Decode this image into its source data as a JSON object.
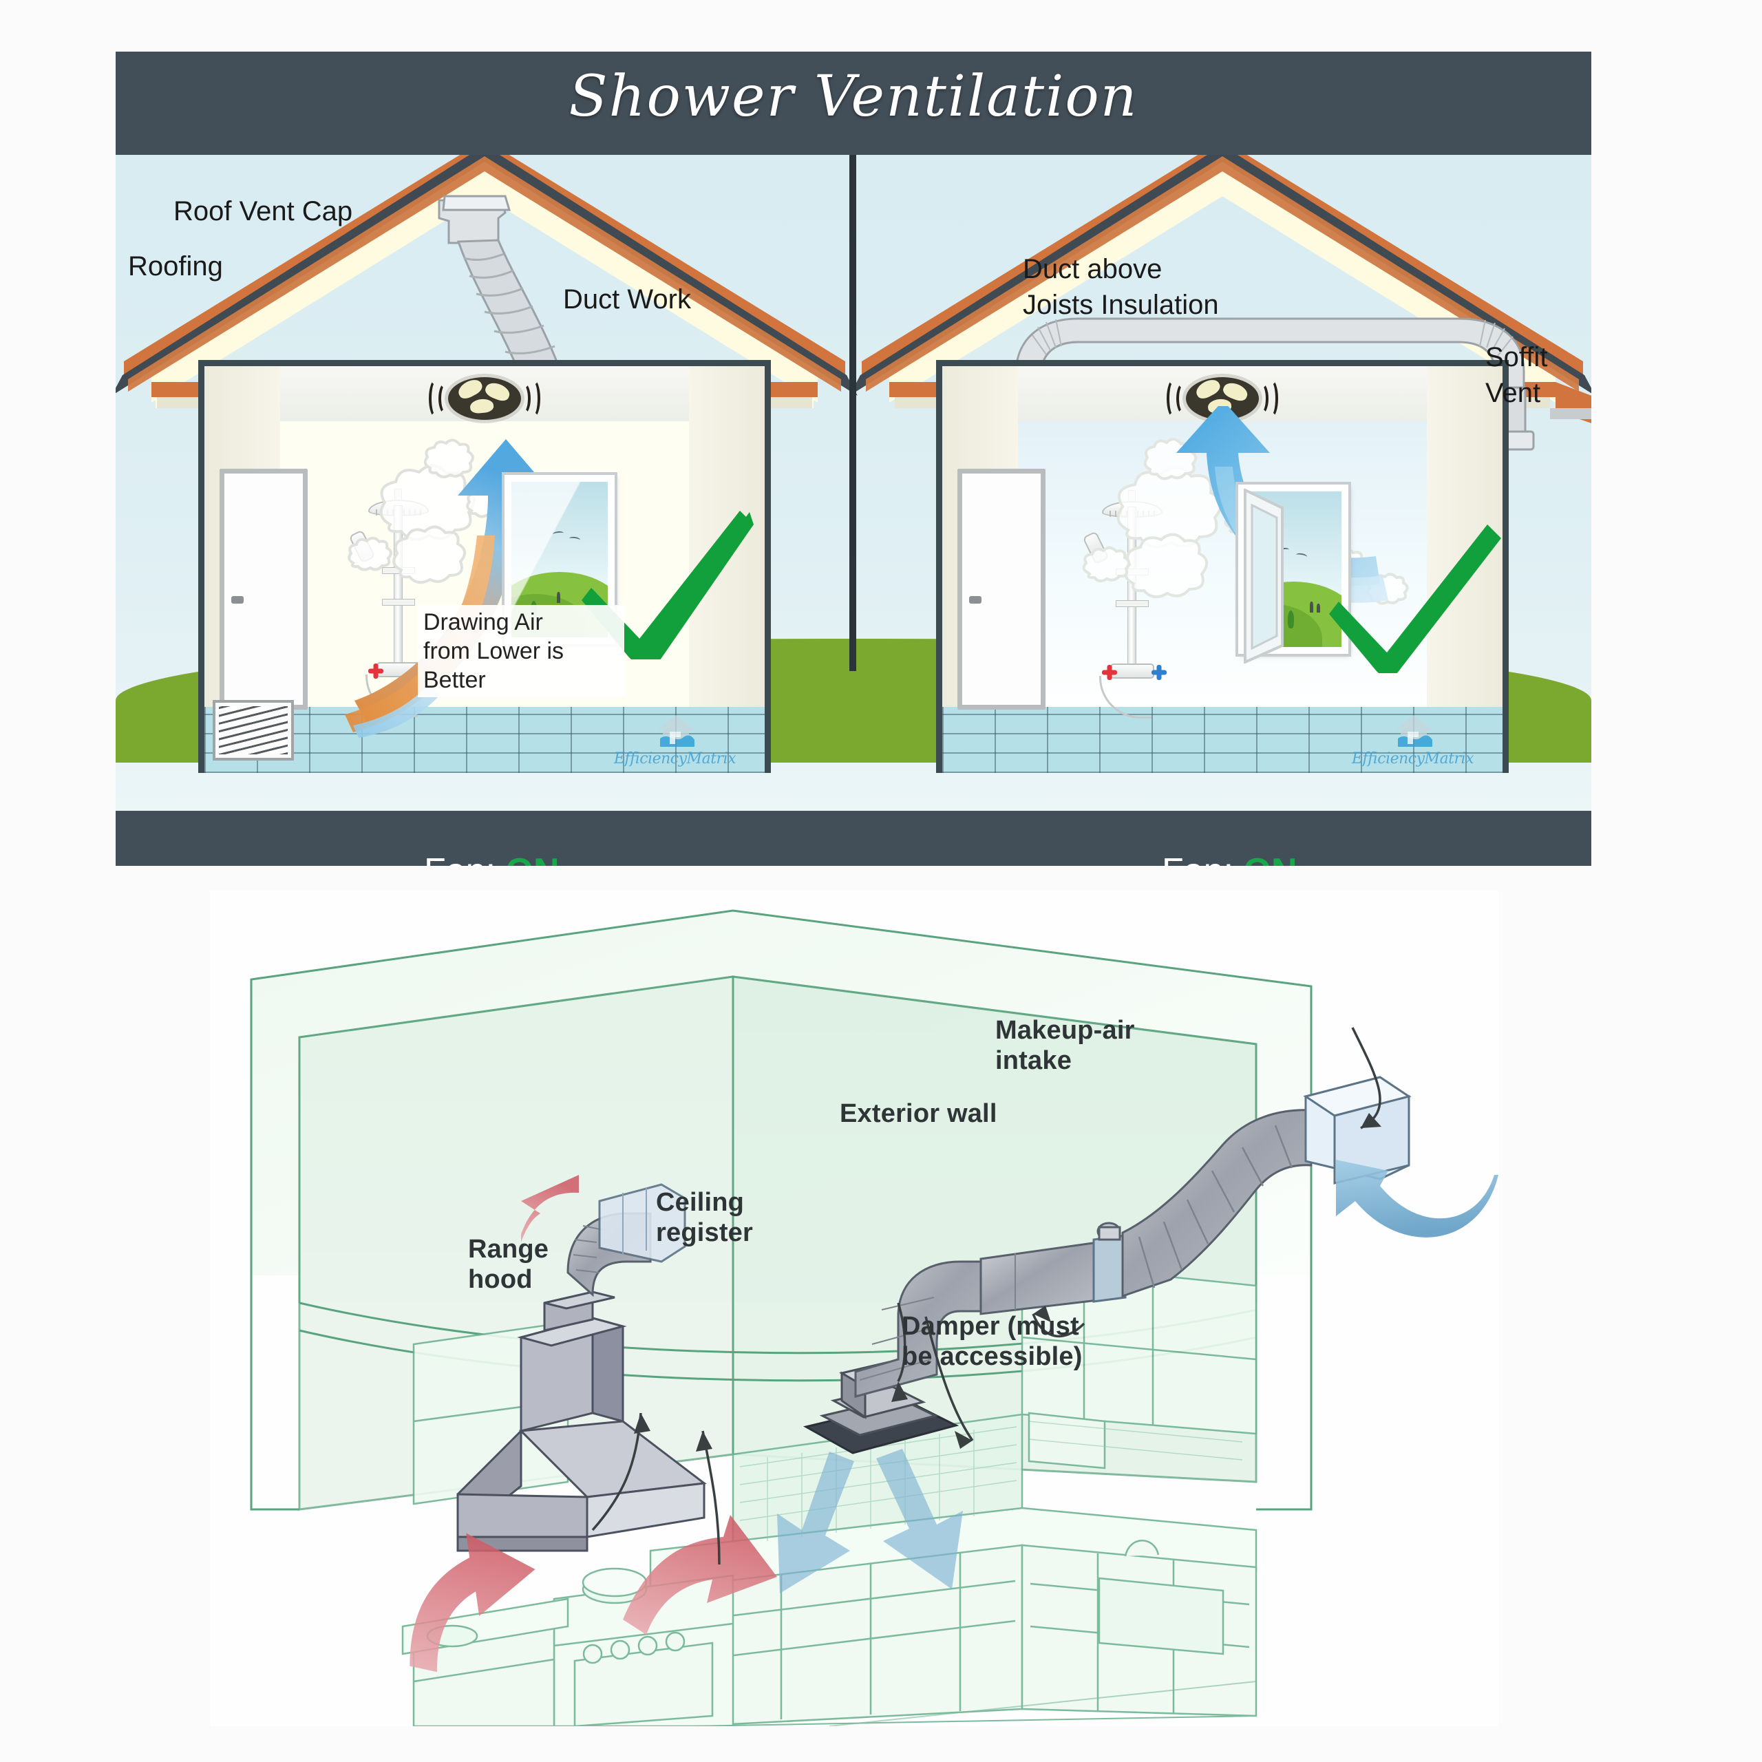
{
  "page": {
    "background_color": "#fbfbfb"
  },
  "figure1": {
    "title": "Shower Ventilation",
    "header_color": "#434f58",
    "sky_color": "#d8ecf2",
    "ground_color": "#7ba82f",
    "roof_color": "#d2743e",
    "labels": {
      "roof_vent_cap": "Roof Vent Cap",
      "roofing": "Roofing",
      "duct_work": "Duct Work",
      "duct_above_joists": "Duct above\nJoists Insulation",
      "duct_above_joists_line1": "Duct above",
      "duct_above_joists_line2": "Joists Insulation",
      "soffit_vent_line1": "Soffit",
      "soffit_vent_line2": "Vent",
      "drawing_air_line1": "Drawing Air",
      "drawing_air_line2": "from Lower is Better"
    },
    "left_panel": {
      "status_prefix": "Fan:",
      "status_value": "ON",
      "status_color": "#18a84a",
      "verdict": "correct",
      "verdict_color": "#12a03c"
    },
    "right_panel": {
      "status_prefix": "Fan:",
      "status_value": "ON",
      "status_color": "#18a84a",
      "verdict": "correct",
      "verdict_color": "#12a03c"
    },
    "watermark": {
      "text": "EfficiencyMatrix",
      "color": "#3b9fd4"
    }
  },
  "figure2": {
    "labels": {
      "range_hood_line1": "Range",
      "range_hood_line2": "hood",
      "ceiling_register_line1": "Ceiling",
      "ceiling_register_line2": "register",
      "exterior_wall": "Exterior wall",
      "makeup_air_intake_line1": "Makeup-air",
      "makeup_air_intake_line2": "intake",
      "damper_line1": "Damper (must",
      "damper_line2": "be accessible)"
    },
    "colors": {
      "line_art": "#3f8c68",
      "exhaust_arrow": "#d4646c",
      "supply_arrow": "#6ea8cc",
      "duct_metal": "#a9acb5",
      "text": "#2f3537"
    }
  }
}
